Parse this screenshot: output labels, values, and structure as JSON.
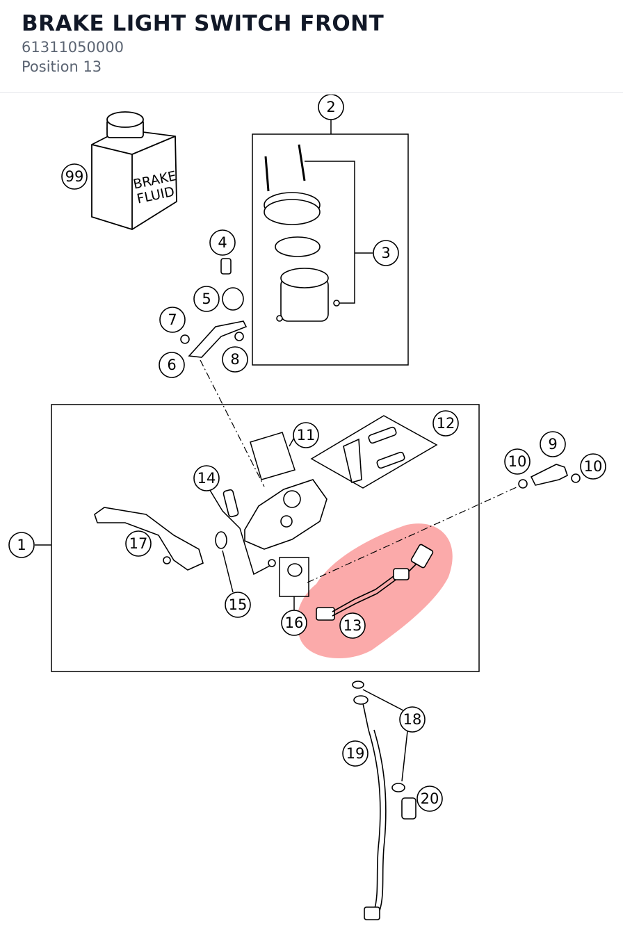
{
  "header": {
    "title": "BRAKE LIGHT SWITCH FRONT",
    "part_number": "61311050000",
    "position": "Position 13"
  },
  "diagram": {
    "highlight_color": "#f87171",
    "callouts": [
      "1",
      "2",
      "3",
      "4",
      "5",
      "6",
      "7",
      "8",
      "9",
      "10",
      "10",
      "11",
      "12",
      "13",
      "14",
      "15",
      "16",
      "17",
      "18",
      "19",
      "20",
      "99"
    ],
    "labels": {
      "fluid_line1": "BRAKE",
      "fluid_line2": "FLUID"
    }
  }
}
